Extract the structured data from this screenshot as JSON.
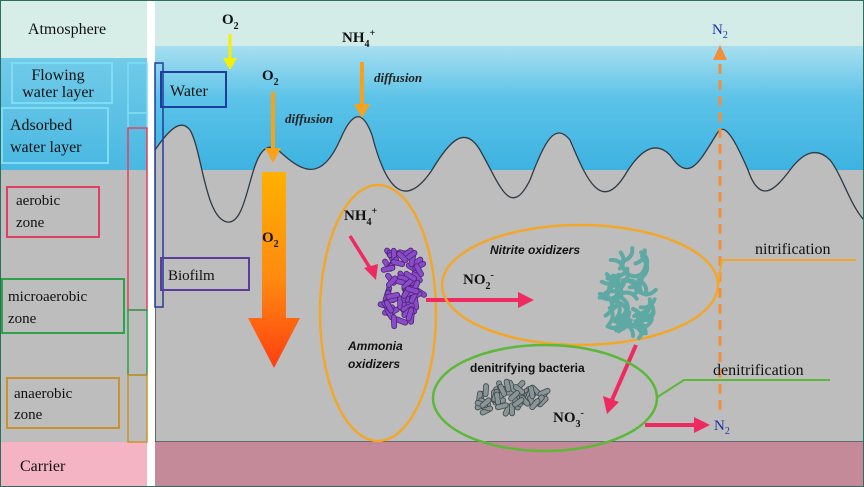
{
  "labels": {
    "atmosphere": "Atmosphere",
    "flowing_water_layer": [
      "Flowing",
      "water layer"
    ],
    "adsorbed_water_layer": [
      "Adsorbed",
      "water layer"
    ],
    "aerobic_zone": [
      "aerobic",
      "zone"
    ],
    "microaerobic_zone": [
      "microaerobic",
      "zone"
    ],
    "anaerobic_zone": [
      "anaerobic",
      "zone"
    ],
    "carrier": "Carrier",
    "water": "Water",
    "biofilm": "Biofilm"
  },
  "species": {
    "o2_atmosphere": {
      "base": "O",
      "sub": "2"
    },
    "nh4_top": {
      "base": "NH",
      "sub": "4",
      "sup": "+"
    },
    "o2_water": {
      "base": "O",
      "sub": "2"
    },
    "o2_biofilm": {
      "base": "O",
      "sub": "2"
    },
    "nh4_biofilm": {
      "base": "NH",
      "sub": "4",
      "sup": "+"
    },
    "no2": {
      "base": "NO",
      "sub": "2",
      "sup": "-"
    },
    "no3": {
      "base": "NO",
      "sub": "3",
      "sup": "-"
    },
    "n2_top": {
      "base": "N",
      "sub": "2"
    },
    "n2_bottom": {
      "base": "N",
      "sub": "2"
    }
  },
  "processes": {
    "diffusion_o2": "diffusion",
    "diffusion_nh4": "diffusion",
    "ammonia_oxidizers": [
      "Ammonia",
      "oxidizers"
    ],
    "nitrite_oxidizers": "Nitrite oxidizers",
    "denitrifying_bacteria": "denitrifying bacteria",
    "nitrification": "nitrification",
    "denitrification": "denitrification"
  },
  "colors": {
    "atmosphere": "#d3ece7",
    "water": "#43b8e3",
    "biofilm": "#bdbdbd",
    "carrier": "#ce8895",
    "aerobic": "#e0405f",
    "microaerobic": "#2da24a",
    "anaerobic": "#c8932a",
    "water_box": "#1e3d9c",
    "biofilm_box": "#5b3c9c",
    "ellipse_orange": "#f2a72a",
    "ellipse_green": "#5cb838",
    "arrow_pink": "#ee2a61",
    "n2_blue": "#1c2f9e",
    "ammonia_bacteria": "#8a4bc9",
    "nitrite_bacteria": "#5fa9a4",
    "denitrifier_bacteria": "#8a9597"
  }
}
